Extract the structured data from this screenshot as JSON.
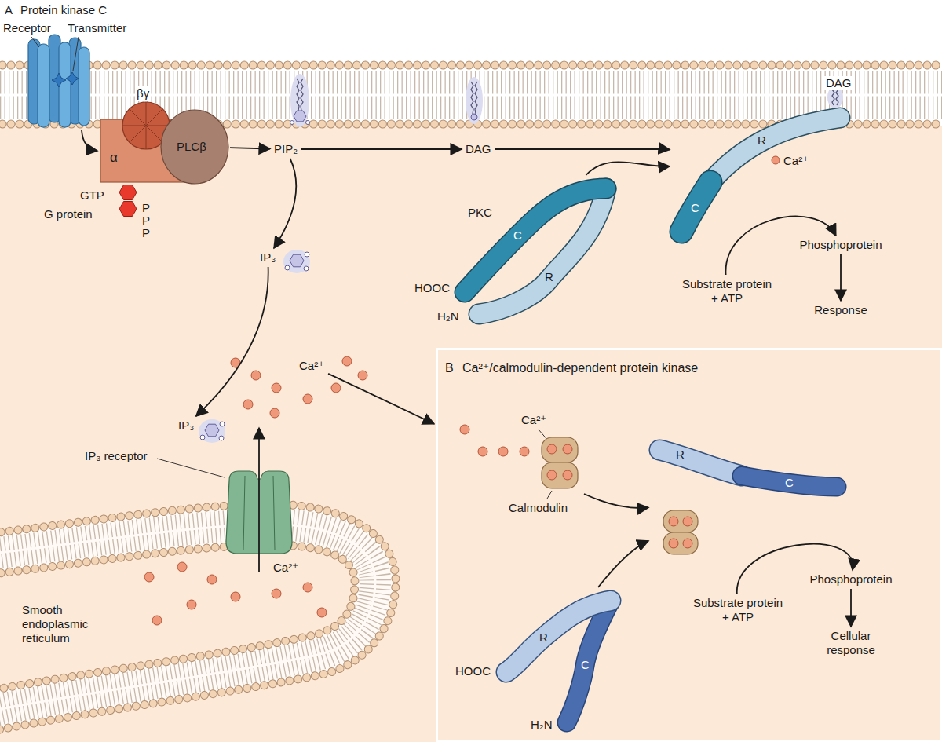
{
  "diagram": {
    "nodes": [
      {
        "text": [
          "α"
        ]
      },
      {
        "text": [
          "PLCβ"
        ]
      },
      {
        "text": [
          "PIP₂"
        ]
      },
      {
        "text": [
          "DAG"
        ]
      },
      {
        "text": [
          "IP₃"
        ]
      },
      {
        "text": [
          "PKC",
          "C",
          "R",
          "HOOC",
          "H₂N"
        ]
      },
      {
        "text": [
          "R",
          "C"
        ]
      },
      {
        "text": [
          "Substrate protein + ATP"
        ]
      },
      {
        "text": [
          "Phosphoprotein"
        ]
      },
      {
        "text": [
          "Response"
        ]
      },
      {
        "text": [
          "IP₃"
        ]
      },
      {
        "text": [
          "Ca²⁺"
        ]
      },
      {
        "text": [
          "B",
          "Ca²⁺/calmodulin-dependent protein kinase"
        ]
      },
      {
        "text": [
          "Calmodulin"
        ],
        "in": 12
      },
      {
        "text": [
          "R",
          "C"
        ],
        "in": 12
      },
      {
        "text": [
          "R",
          "C",
          "HOOC",
          "H₂N"
        ],
        "in": 12
      },
      {
        "text": [
          "Substrate protein + ATP"
        ],
        "in": 12
      },
      {
        "text": [
          "Phosphoprotein"
        ],
        "in": 12
      },
      {
        "text": [
          "Cellular response"
        ],
        "in": 12
      }
    ],
    "edges": [
      {
        "from": 1,
        "to": 2,
        "arrow": "to"
      },
      {
        "from": 2,
        "to": 3,
        "arrow": "to"
      },
      {
        "from": 3,
        "to": 6,
        "arrow": "to"
      },
      {
        "from": 2,
        "to": 4,
        "arrow": "to"
      },
      {
        "from": 4,
        "to": 10,
        "arrow": "to"
      },
      {
        "from": 5,
        "to": 6,
        "arrow": "to"
      },
      {
        "from": 7,
        "to": 8,
        "arrow": "to"
      },
      {
        "from": 8,
        "to": 9,
        "arrow": "to"
      },
      {
        "from": 11,
        "to": 12,
        "arrow": "to"
      },
      {
        "from": 13,
        "to": 14,
        "arrow": "to"
      },
      {
        "from": 15,
        "to": 14,
        "arrow": "to"
      },
      {
        "from": 16,
        "to": 17,
        "arrow": "to"
      },
      {
        "from": 17,
        "to": 18,
        "arrow": "to"
      }
    ],
    "labels": [
      "A",
      "Protein kinase C",
      "Receptor",
      "Transmitter",
      "βγ",
      "GTP",
      "P",
      "P",
      "P",
      "G protein",
      "DAG",
      "Ca²⁺",
      "IP₃ receptor",
      "Ca²⁺",
      "Smooth endoplasmic reticulum",
      "Ca²⁺"
    ]
  }
}
